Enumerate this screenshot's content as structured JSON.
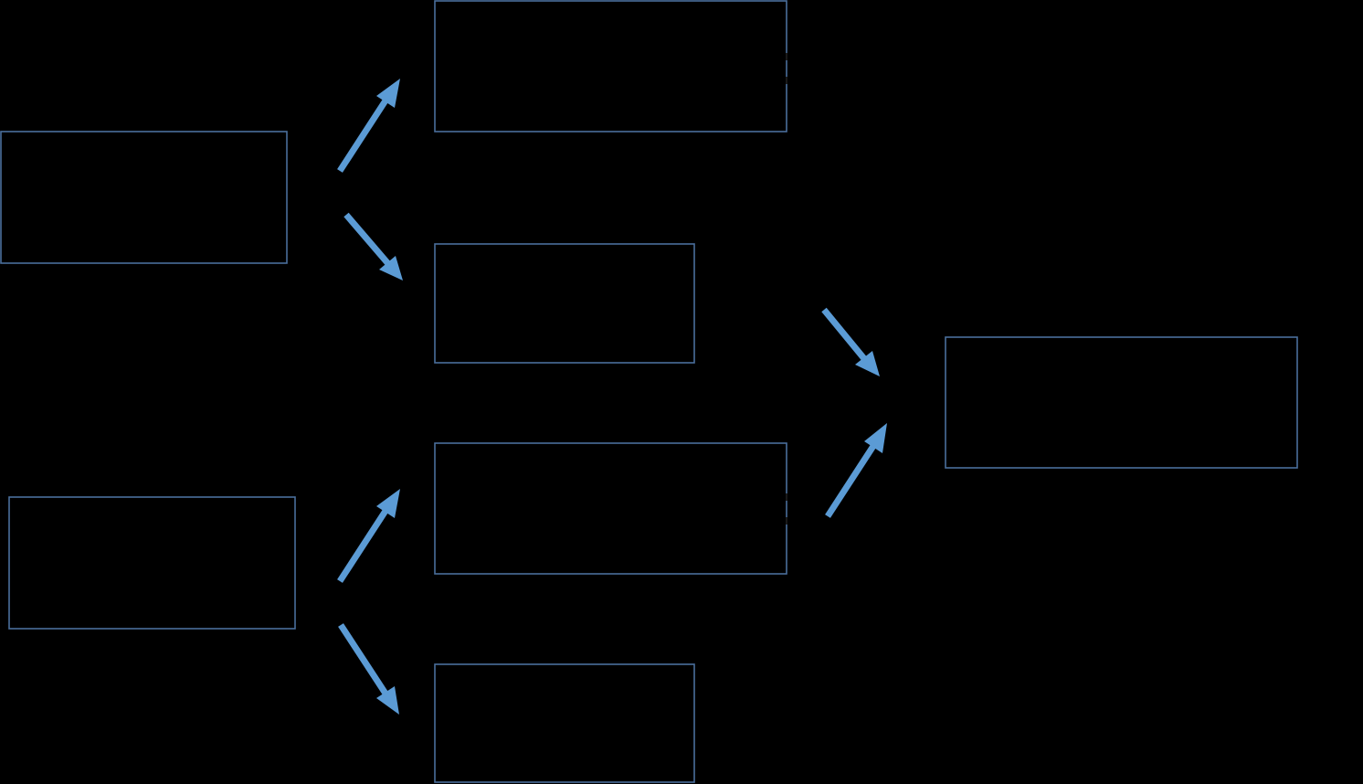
{
  "diagram": {
    "background": "#000000",
    "box_stroke": "#4a6f9c",
    "arrow_color": "#5b9bd5",
    "nodes": [
      {
        "id": "left-top",
        "text": ""
      },
      {
        "id": "left-bottom",
        "text": ""
      },
      {
        "id": "middle-1",
        "text": ""
      },
      {
        "id": "middle-2",
        "text": ""
      },
      {
        "id": "middle-3",
        "text": ""
      },
      {
        "id": "middle-4",
        "text": ""
      },
      {
        "id": "right",
        "text": ""
      }
    ],
    "edges": [
      {
        "from": "left-top",
        "to": "middle-1"
      },
      {
        "from": "left-top",
        "to": "middle-2"
      },
      {
        "from": "left-bottom",
        "to": "middle-3"
      },
      {
        "from": "left-bottom",
        "to": "middle-4"
      },
      {
        "from": "middle-2",
        "to": "right"
      },
      {
        "from": "middle-3",
        "to": "right"
      }
    ]
  }
}
